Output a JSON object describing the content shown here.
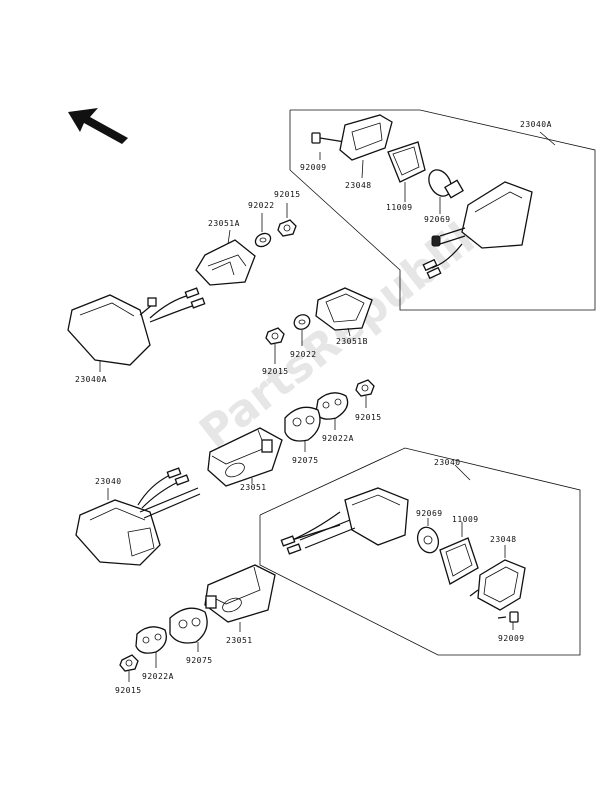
{
  "watermark": "PartsRepublik",
  "labels": {
    "l23040A_top": "23040A",
    "l92009_top": "92009",
    "l23048_top": "23048",
    "l11009_top": "11009",
    "l92069_top": "92069",
    "l92015_a": "92015",
    "l92022_a": "92022",
    "l23051A": "23051A",
    "l23040A_left": "23040A",
    "l92015_b": "92015",
    "l92022_b": "92022",
    "l23051B": "23051B",
    "l92015_c": "92015",
    "l92022A_a": "92022A",
    "l92075_a": "92075",
    "l23051_a": "23051",
    "l23040_left": "23040",
    "l23040_right": "23040",
    "l92069_bot": "92069",
    "l11009_bot": "11009",
    "l23048_bot": "23048",
    "l92009_bot": "92009",
    "l23051_b": "23051",
    "l92075_b": "92075",
    "l92022A_b": "92022A",
    "l92015_d": "92015"
  }
}
